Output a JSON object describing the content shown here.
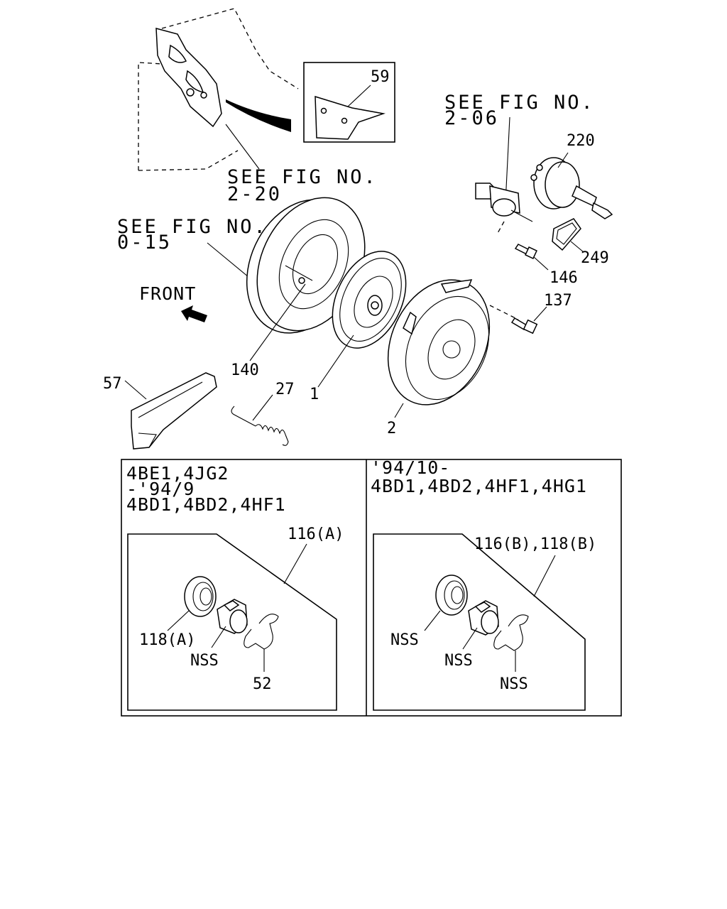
{
  "references": {
    "fig_2_20": {
      "line1": "SEE FIG NO.",
      "line2": "2-20"
    },
    "fig_0_15": {
      "line1": "SEE FIG NO.",
      "line2": "0-15"
    },
    "fig_2_06": {
      "line1": "SEE FIG NO.",
      "line2": "2-06"
    }
  },
  "front_label": "FRONT",
  "part_labels": {
    "p59": "59",
    "p220": "220",
    "p249": "249",
    "p146": "146",
    "p137": "137",
    "p140": "140",
    "p1": "1",
    "p2": "2",
    "p27": "27",
    "p57": "57"
  },
  "variant_a": {
    "header_line1": "4BE1,4JG2",
    "header_line2": "-'94/9",
    "header_line3": "4BD1,4BD2,4HF1",
    "callout_main": "116(A)",
    "callout_bearing": "118(A)",
    "callout_nss": "NSS",
    "callout_clip": "52"
  },
  "variant_b": {
    "header_line1": "'94/10-",
    "header_line2": "4BD1,4BD2,4HF1,4HG1",
    "callout_main": "116(B),118(B)",
    "callout_bearing": "NSS",
    "callout_nss": "NSS",
    "callout_clip": "NSS"
  }
}
